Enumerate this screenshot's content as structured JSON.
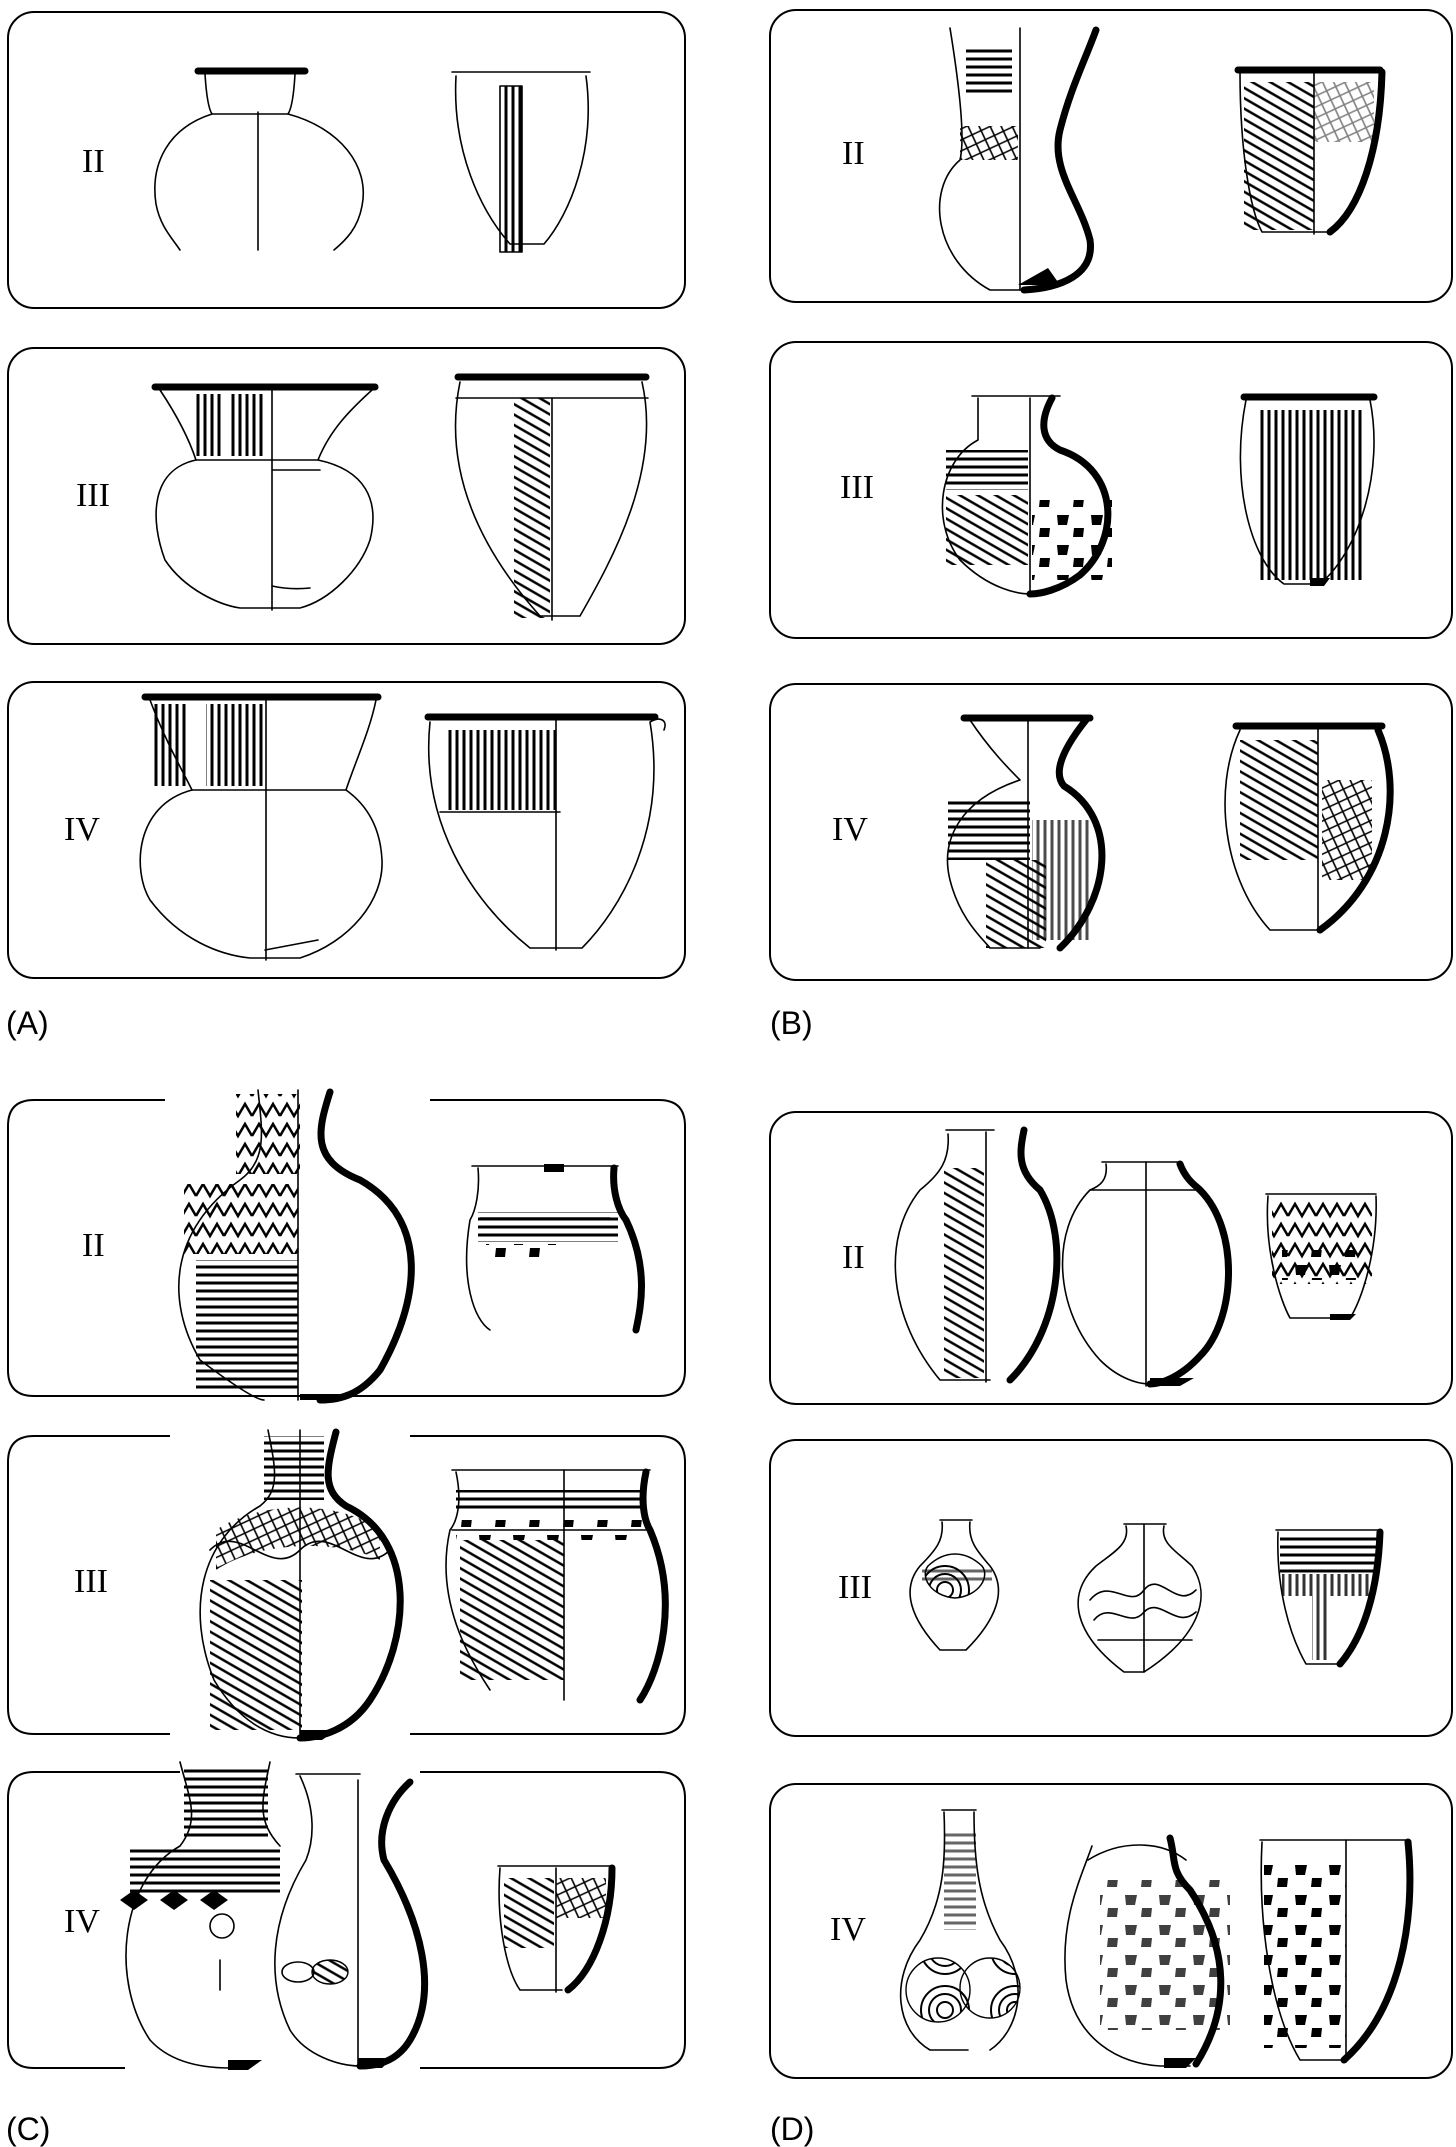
{
  "panels": {
    "A": {
      "label": "(A)",
      "rows": [
        "II",
        "III",
        "IV"
      ]
    },
    "B": {
      "label": "(B)",
      "rows": [
        "II",
        "III",
        "IV"
      ]
    },
    "C": {
      "label": "(C)",
      "rows": [
        "II",
        "III",
        "IV"
      ]
    },
    "D": {
      "label": "(D)",
      "rows": [
        "II",
        "III",
        "IV"
      ]
    }
  }
}
